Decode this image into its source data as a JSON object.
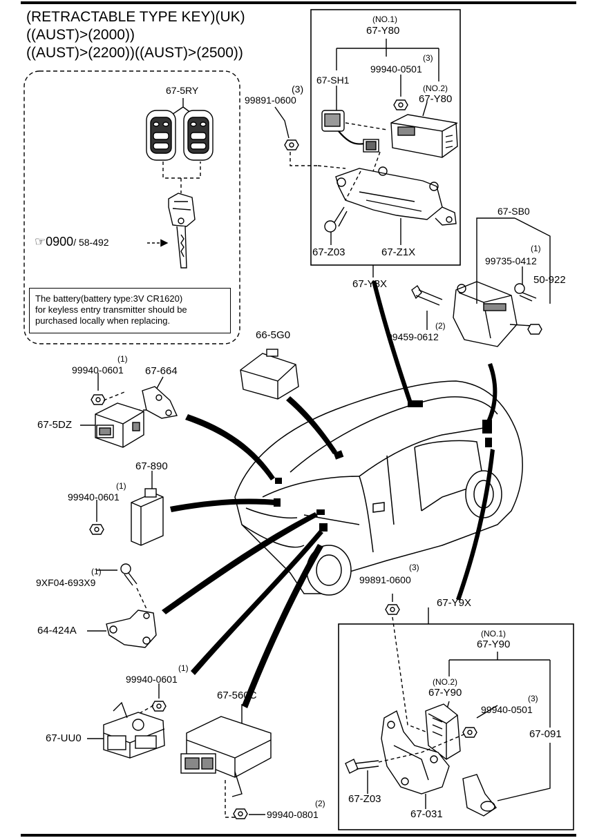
{
  "title_lines": [
    "(RETRACTABLE TYPE KEY)(UK)",
    "((AUST)>(2000))",
    "((AUST)>(2200))((AUST)>(2500))"
  ],
  "note_lines": [
    "The battery(battery type:3V CR1620)",
    "for keyless entry transmitter should be",
    "purchased locally when replacing."
  ],
  "reference": {
    "icon": "pointing-hand-icon",
    "main": "0900",
    "sub": "/ 58-492"
  },
  "labels": {
    "p675ry": "67-5RY",
    "p99891a_qty": "(3)",
    "p99891a": "99891-0600",
    "y80_no1": "(NO.1)",
    "y80_a": "67-Y80",
    "sh1": "67-SH1",
    "p99940_0501a_qty": "(3)",
    "p99940_0501a": "99940-0501",
    "y80_no2": "(NO.2)",
    "y80_b": "67-Y80",
    "z03a": "67-Z03",
    "z1x": "67-Z1X",
    "y8x": "67-Y8X",
    "sb0": "67-SB0",
    "p99735_qty": "(1)",
    "p99735": "99735-0412",
    "p50922": "50-922",
    "p99459_qty": "(2)",
    "p99459": "99459-0612",
    "g0": "66-5G0",
    "p99940_0601a_qty": "(1)",
    "p99940_0601a": "99940-0601",
    "p664": "67-664",
    "dz": "67-5DZ",
    "p890": "67-890",
    "p99940_0601b_qty": "(1)",
    "p99940_0601b": "99940-0601",
    "p9xf_qty": "(1)",
    "p9xf": "9XF04-693X9",
    "p424": "64-424A",
    "p99940_0601c_qty": "(1)",
    "p99940_0601c": "99940-0601",
    "uu0": "67-UU0",
    "p560c": "67-560C",
    "p0801_qty": "(2)",
    "p0801": "99940-0801",
    "p99891b_qty": "(3)",
    "p99891b": "99891-0600",
    "y9x": "67-Y9X",
    "y90_no1": "(NO.1)",
    "y90_a": "67-Y90",
    "y90_no2": "(NO.2)",
    "y90_b": "67-Y90",
    "p99940_0501b_qty": "(3)",
    "p99940_0501b": "99940-0501",
    "p091": "67-091",
    "z03b": "67-Z03",
    "p031": "67-031"
  }
}
